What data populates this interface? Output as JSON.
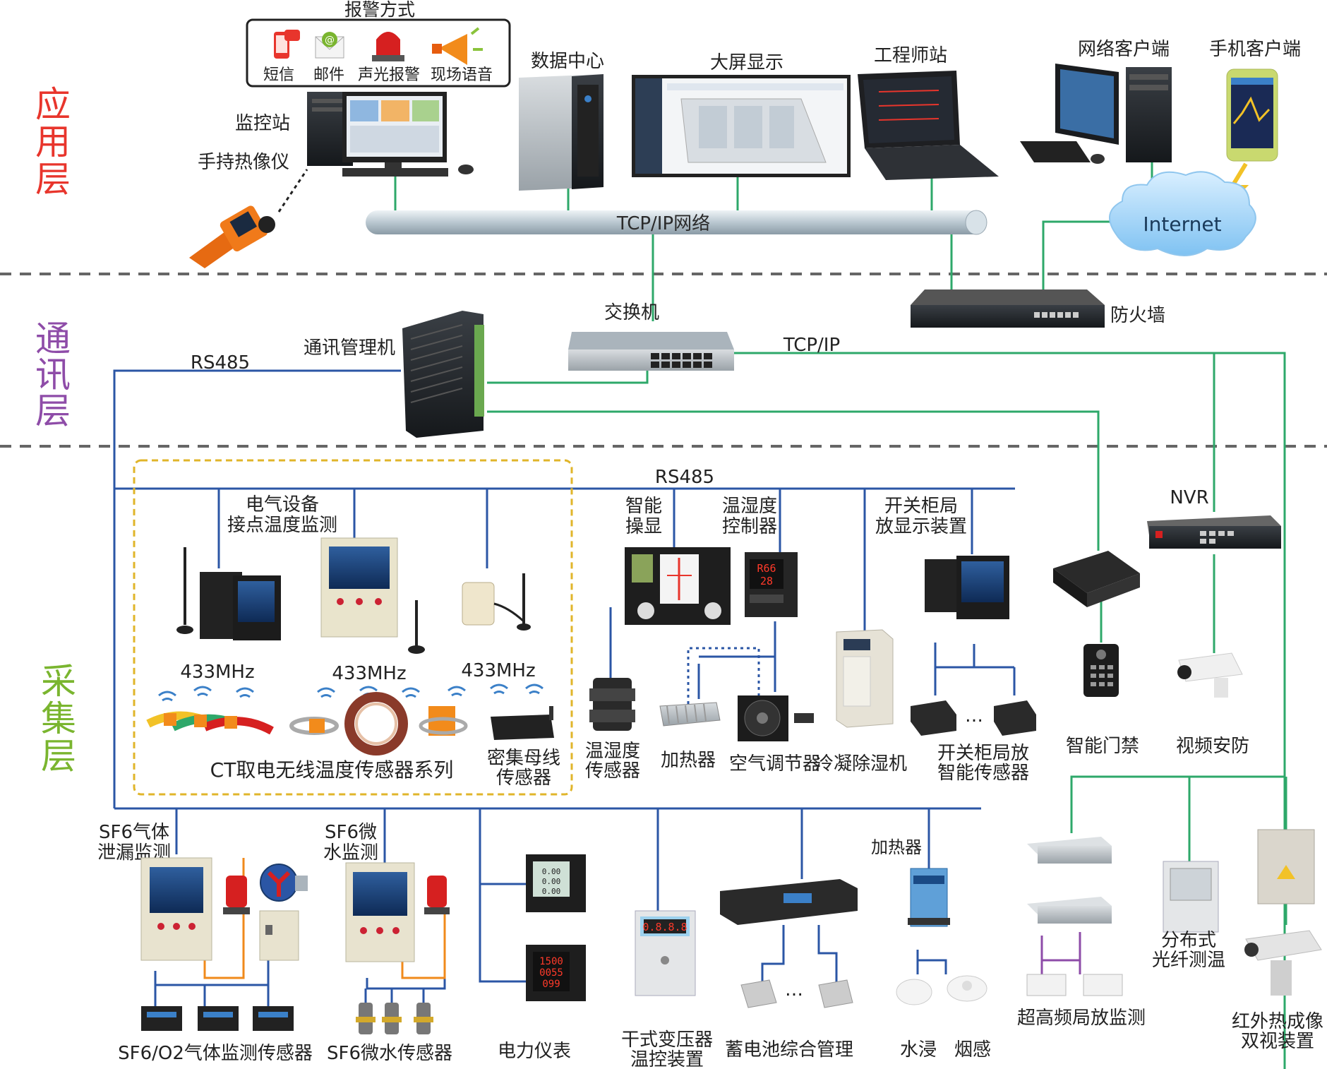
{
  "colors": {
    "layer_app": "#e8352c",
    "layer_comm": "#8e4ca8",
    "layer_collect": "#7ab52f",
    "rs485": "#2b56a5",
    "tcpip": "#2ea86a",
    "dashed_divider": "#666666",
    "dashed_group": "#e0b52a"
  },
  "layers": {
    "app": [
      "应",
      "用",
      "层"
    ],
    "comm": [
      "通",
      "讯",
      "层"
    ],
    "collect": [
      "采",
      "集",
      "层"
    ]
  },
  "alarm": {
    "title": "报警方式",
    "items": [
      "短信",
      "邮件",
      "声光报警",
      "现场语音"
    ]
  },
  "app_layer": {
    "monitor_station": "监控站",
    "thermal_camera": "手持热像仪",
    "data_center": "数据中心",
    "big_screen": "大屏显示",
    "engineer_station": "工程师站",
    "network_client": "网络客户端",
    "mobile_client": "手机客户端",
    "internet": "Internet",
    "tcpip_network": "TCP/IP网络"
  },
  "comm_layer": {
    "comm_manager": "通讯管理机",
    "switch": "交换机",
    "firewall": "防火墙",
    "rs485": "RS485",
    "tcpip": "TCP/IP"
  },
  "collect_layer": {
    "rs485_bus": "RS485",
    "contact_temp": [
      "电气设备",
      "接点温度监测"
    ],
    "freq1": "433MHz",
    "freq2": "433MHz",
    "freq3": "433MHz",
    "ct_sensor_series": "CT取电无线温度传感器系列",
    "busbar_sensor": [
      "密集母线",
      "传感器"
    ],
    "smart_panel": [
      "智能",
      "操显"
    ],
    "temp_humid_ctrl": [
      "温湿度",
      "控制器"
    ],
    "pd_display": [
      "开关柜局",
      "放显示装置"
    ],
    "nvr": "NVR",
    "temp_humid_sensor": [
      "温湿度",
      "传感器"
    ],
    "heater": "加热器",
    "air_conditioner": "空气调节器",
    "dehumidifier": "冷凝除湿机",
    "pd_sensor": [
      "开关柜局放",
      "智能传感器"
    ],
    "ellipsis": "…",
    "access_control": "智能门禁",
    "video_security": "视频安防",
    "sf6_leak": [
      "SF6气体",
      "泄漏监测"
    ],
    "sf6_micro": [
      "SF6微",
      "水监测"
    ],
    "heater2": "加热器",
    "sf6_o2_sensor": "SF6/O2气体监测传感器",
    "sf6_water_sensor": "SF6微水传感器",
    "power_meter": "电力仪表",
    "transformer_temp": [
      "干式变压器",
      "温控装置"
    ],
    "battery_mgmt": "蓄电池综合管理",
    "water_leak": "水浸",
    "smoke": "烟感",
    "uhf_pd": "超高频局放监测",
    "fiber_temp": [
      "分布式",
      "光纤测温"
    ],
    "infrared_dual": [
      "红外热成像",
      "双视装置"
    ]
  },
  "screens": {
    "meter1": [
      "0.00",
      "0.00",
      "0.00"
    ],
    "meter2": [
      "1500",
      "0055",
      "099"
    ],
    "thc": [
      "R66",
      "28"
    ],
    "batt": "0.8.8.8"
  }
}
